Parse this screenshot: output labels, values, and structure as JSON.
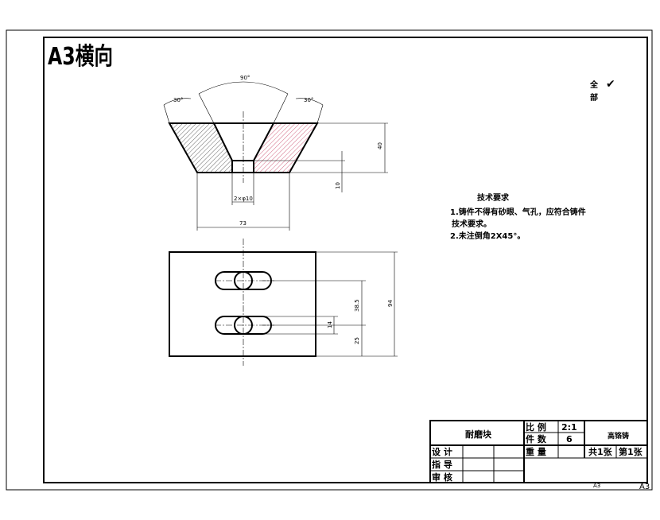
{
  "sheet": {
    "title": "A3横向",
    "corner_label": "A3",
    "corner_label_small": "A3"
  },
  "surface_finish": {
    "label_top": "全",
    "label_bottom": "部",
    "mark": "✔"
  },
  "dimensions": {
    "top_angle": "90°",
    "left_angle": "30°",
    "right_angle": "30°",
    "height_right": "40",
    "small_height": "10",
    "hole_spec": "2×φ10",
    "bottom_width": "73",
    "center_distance": "38.5",
    "slot_width": "14",
    "bottom_offset": "25",
    "total_height": "94"
  },
  "technical_requirements": {
    "heading": "技术要求",
    "line1": "1.铸件不得有砂眼、气孔，应符合铸件",
    "line2": "技术要求。",
    "line3": "2.未注倒角2X45°。"
  },
  "title_block": {
    "part_name": "耐磨块",
    "scale_label": "比 例",
    "scale_value": "2:1",
    "quantity_label": "件 数",
    "quantity_value": "6",
    "weight_label": "重 量",
    "material": "高铬铸",
    "sheets_total": "共1张",
    "sheet_number": "第1张",
    "design_label": "设 计",
    "guide_label": "指 导",
    "review_label": "审 核"
  }
}
